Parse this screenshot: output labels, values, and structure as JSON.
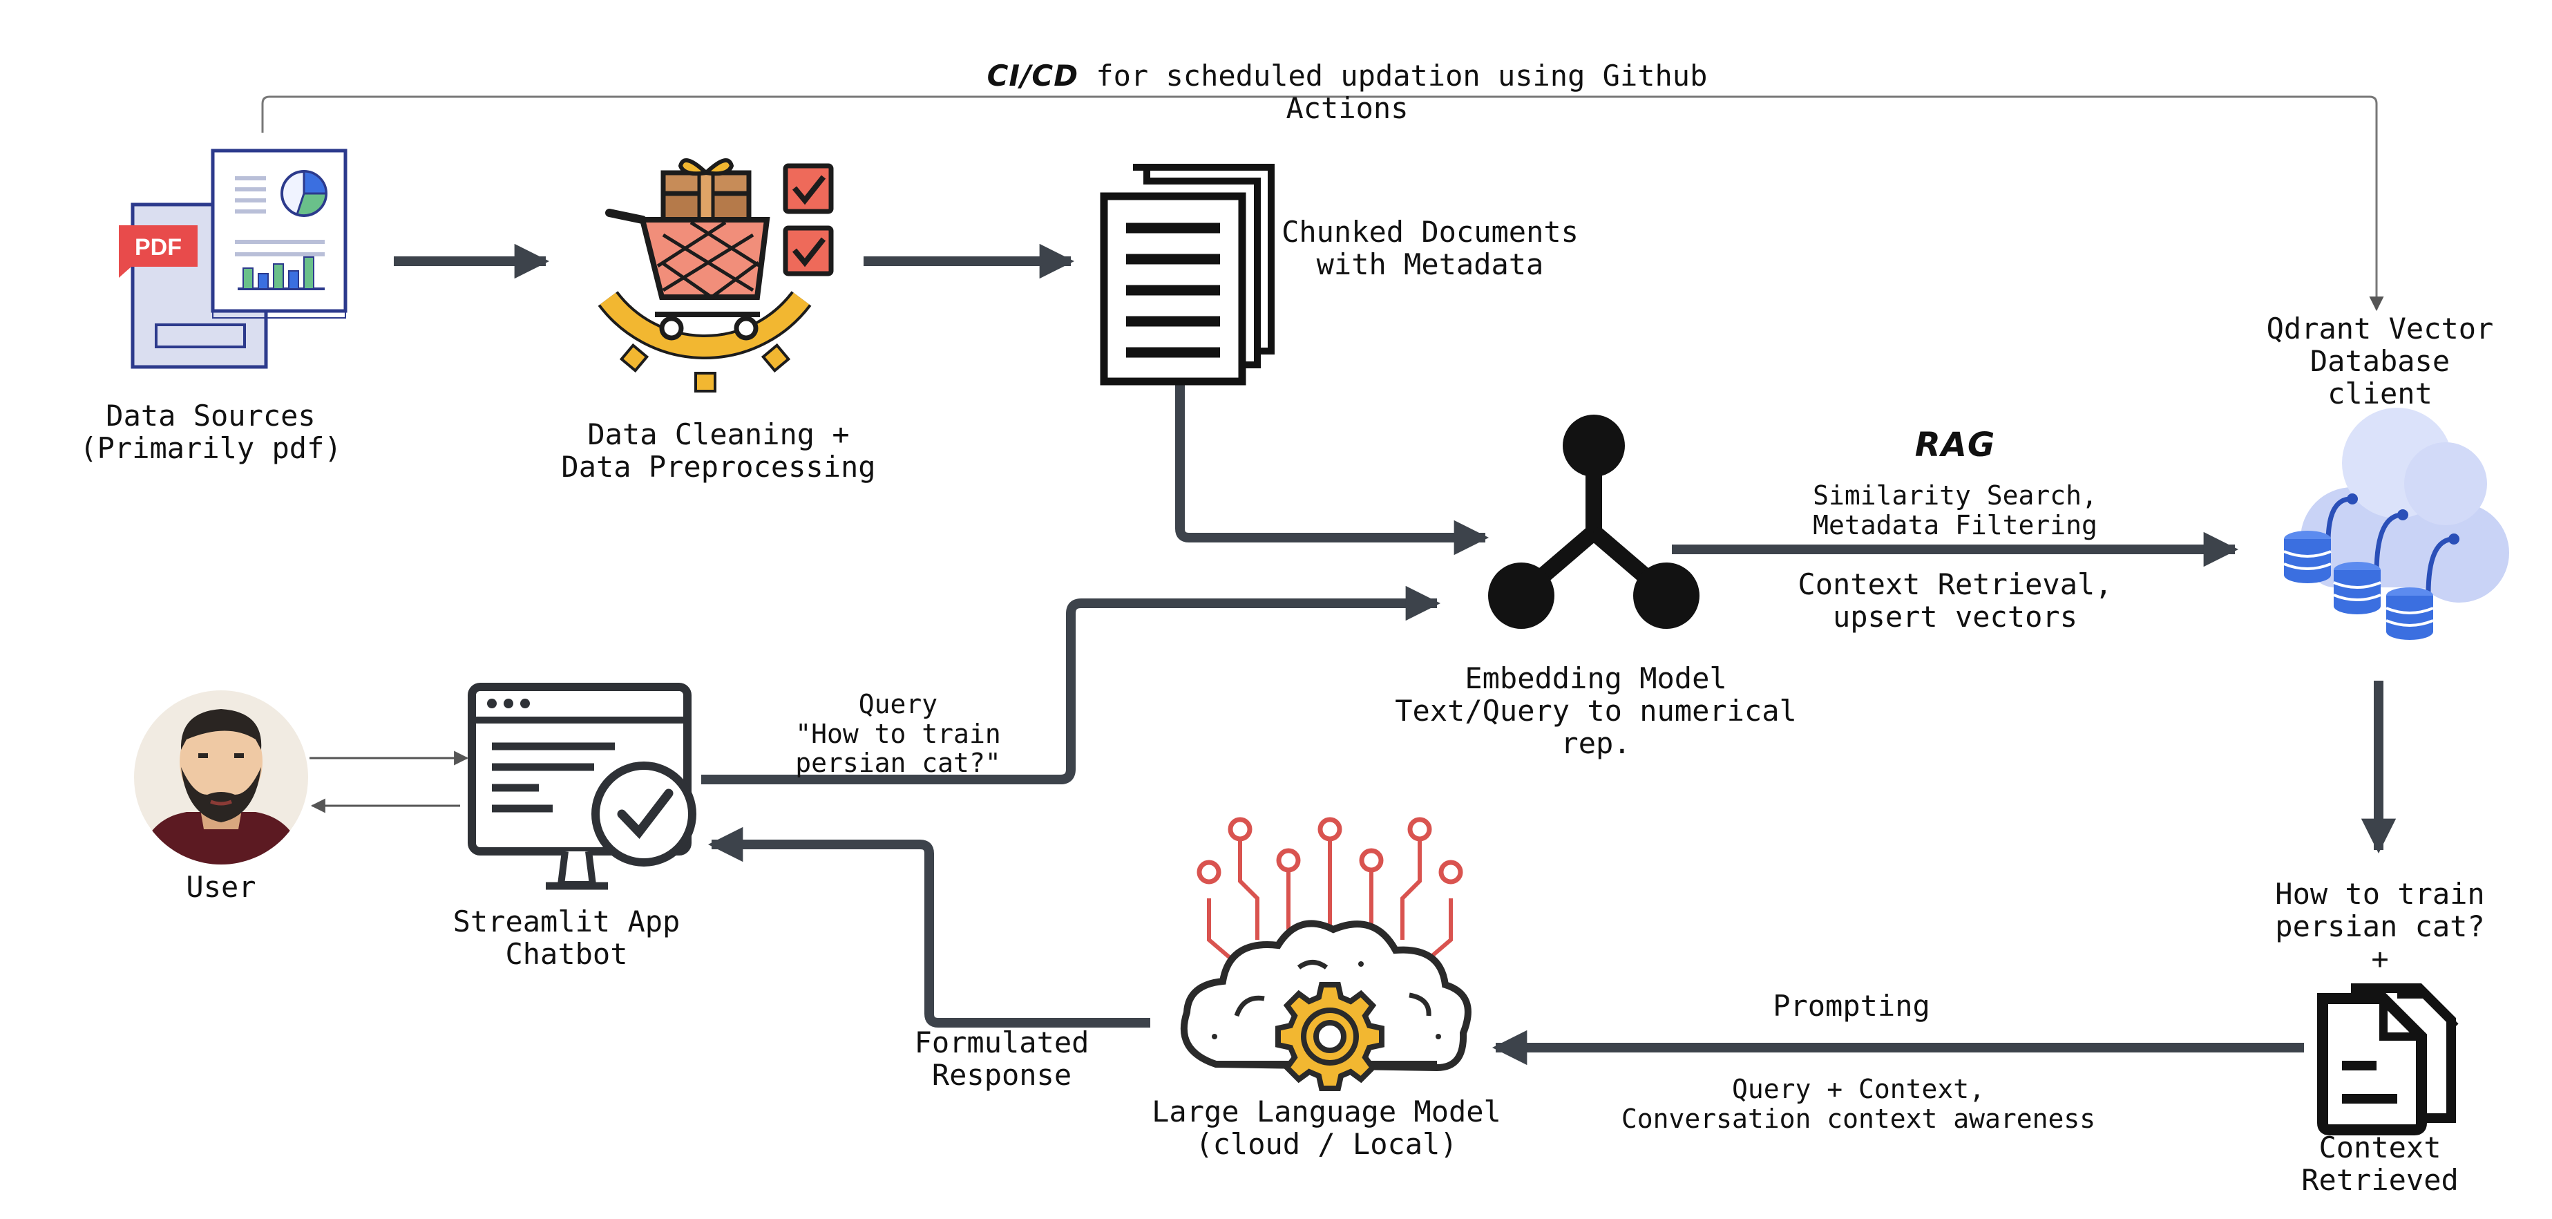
{
  "cicd": {
    "prefix": "CI/CD",
    "text": " for scheduled updation using Github\nActions"
  },
  "nodes": {
    "data_sources": "Data Sources\n(Primarily pdf)",
    "pdf_badge": "PDF",
    "cleaning": "Data Cleaning +\nData Preprocessing",
    "chunked": "Chunked Documents\nwith Metadata",
    "qdrant": "Qdrant Vector\nDatabase\nclient",
    "embedding": "Embedding Model\nText/Query to numerical\nrep.",
    "user": "User",
    "streamlit": "Streamlit App\nChatbot",
    "llm": "Large Language Model\n(cloud / Local)",
    "context_retrieved": "Context\nRetrieved"
  },
  "edges": {
    "rag": "RAG",
    "similarity": "Similarity Search,\nMetadata Filtering",
    "context_upsert": "Context Retrieval,\nupsert vectors",
    "query": "Query\n\"How to train\npersian cat?\"",
    "how_to_train": "How to train\npersian cat?\n+",
    "prompting": "Prompting",
    "query_context": "Query + Context,\nConversation context awareness",
    "formulated": "Formulated\nResponse"
  },
  "colors": {
    "arrow": "#3d434b",
    "thin_line": "#777777",
    "icon_dark": "#121212",
    "pdf_red": "#e84b4b",
    "doc_navy": "#2c3a8c",
    "cart_brown": "#b57a4a",
    "gear_yellow": "#f2b731",
    "check_red": "#ee6a5a",
    "db_blue": "#3b6fe0",
    "cloud_blue": "#c9d3f6",
    "chip_red": "#d9534f",
    "skin": "#efc9a4"
  }
}
